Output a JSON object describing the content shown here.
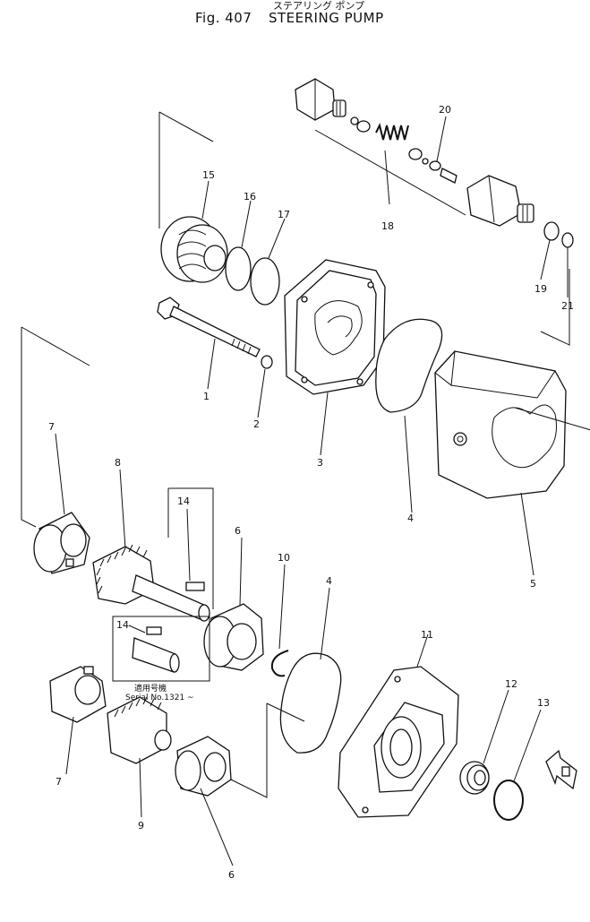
{
  "title": {
    "japanese": "ステアリング ポンプ",
    "figure": "Fig. 407",
    "name": "STEERING PUMP"
  },
  "inset_note": {
    "japanese": "適用号機",
    "serial": "Serial No.1321 ~"
  },
  "callouts": {
    "c1": "1",
    "c2": "2",
    "c3": "3",
    "c4a": "4",
    "c4b": "4",
    "c5": "5",
    "c6a": "6",
    "c6b": "6",
    "c7a": "7",
    "c7b": "7",
    "c8": "8",
    "c9": "9",
    "c10": "10",
    "c11": "11",
    "c12": "12",
    "c13": "13",
    "c14a": "14",
    "c14b": "14",
    "c15": "15",
    "c16": "16",
    "c17": "17",
    "c18": "18",
    "c19": "19",
    "c20": "20",
    "c21": "21"
  }
}
